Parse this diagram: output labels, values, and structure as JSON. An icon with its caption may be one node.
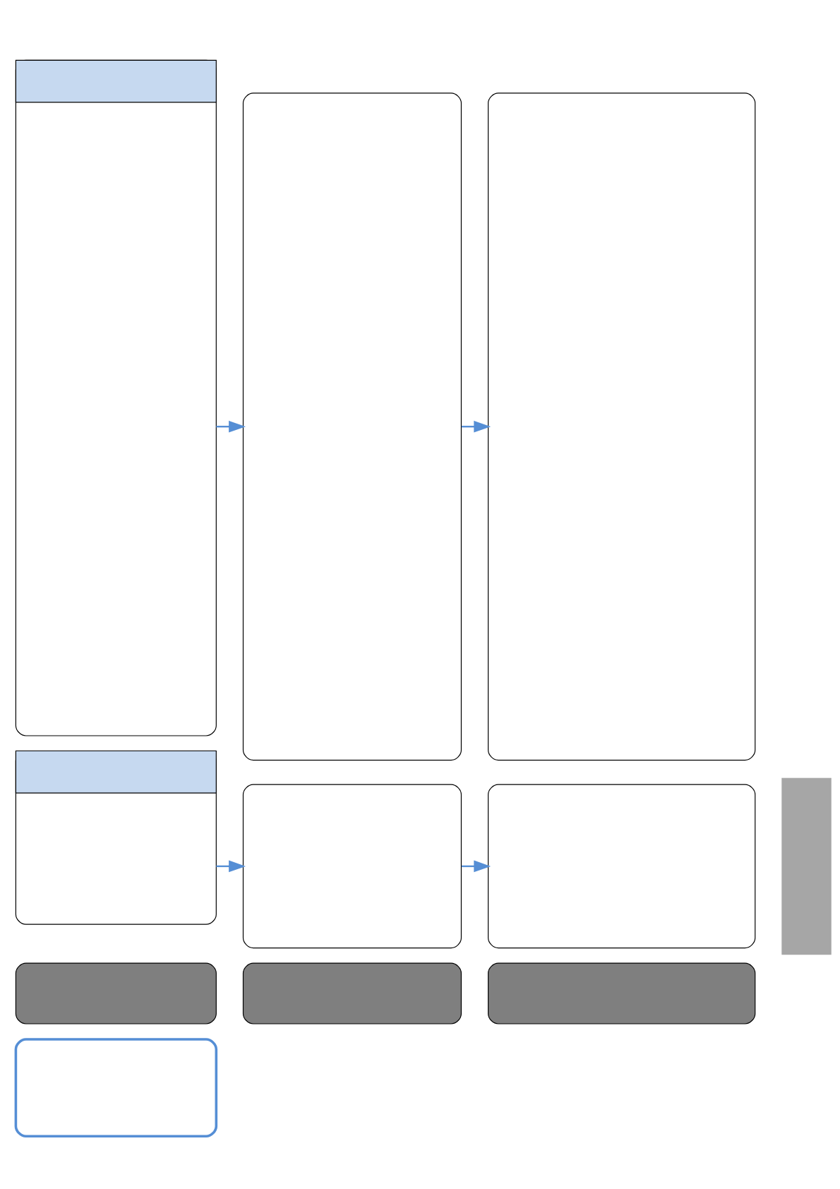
{
  "diagram": {
    "nodes": [
      {
        "text": [],
        "shape": "box"
      },
      {
        "text": [],
        "shape": "box"
      },
      {
        "text": [],
        "shape": "box"
      },
      {
        "text": [],
        "shape": "box"
      },
      {
        "text": [],
        "shape": "box"
      },
      {
        "text": [],
        "shape": "box",
        "in": 4
      },
      {
        "text": [],
        "shape": "box"
      },
      {
        "text": [],
        "shape": "box"
      },
      {
        "text": [],
        "shape": "box"
      },
      {
        "text": [],
        "shape": "box",
        "in": 8
      },
      {
        "text": [],
        "shape": "box"
      },
      {
        "text": [],
        "shape": "box"
      },
      {
        "text": [],
        "shape": "box"
      }
    ],
    "edges": [
      {
        "from": 4,
        "to": 6,
        "arrow": "to"
      },
      {
        "from": 6,
        "to": 7,
        "arrow": "to"
      },
      {
        "from": 8,
        "to": 10,
        "arrow": "to"
      },
      {
        "from": 10,
        "to": 11,
        "arrow": "to"
      }
    ]
  }
}
